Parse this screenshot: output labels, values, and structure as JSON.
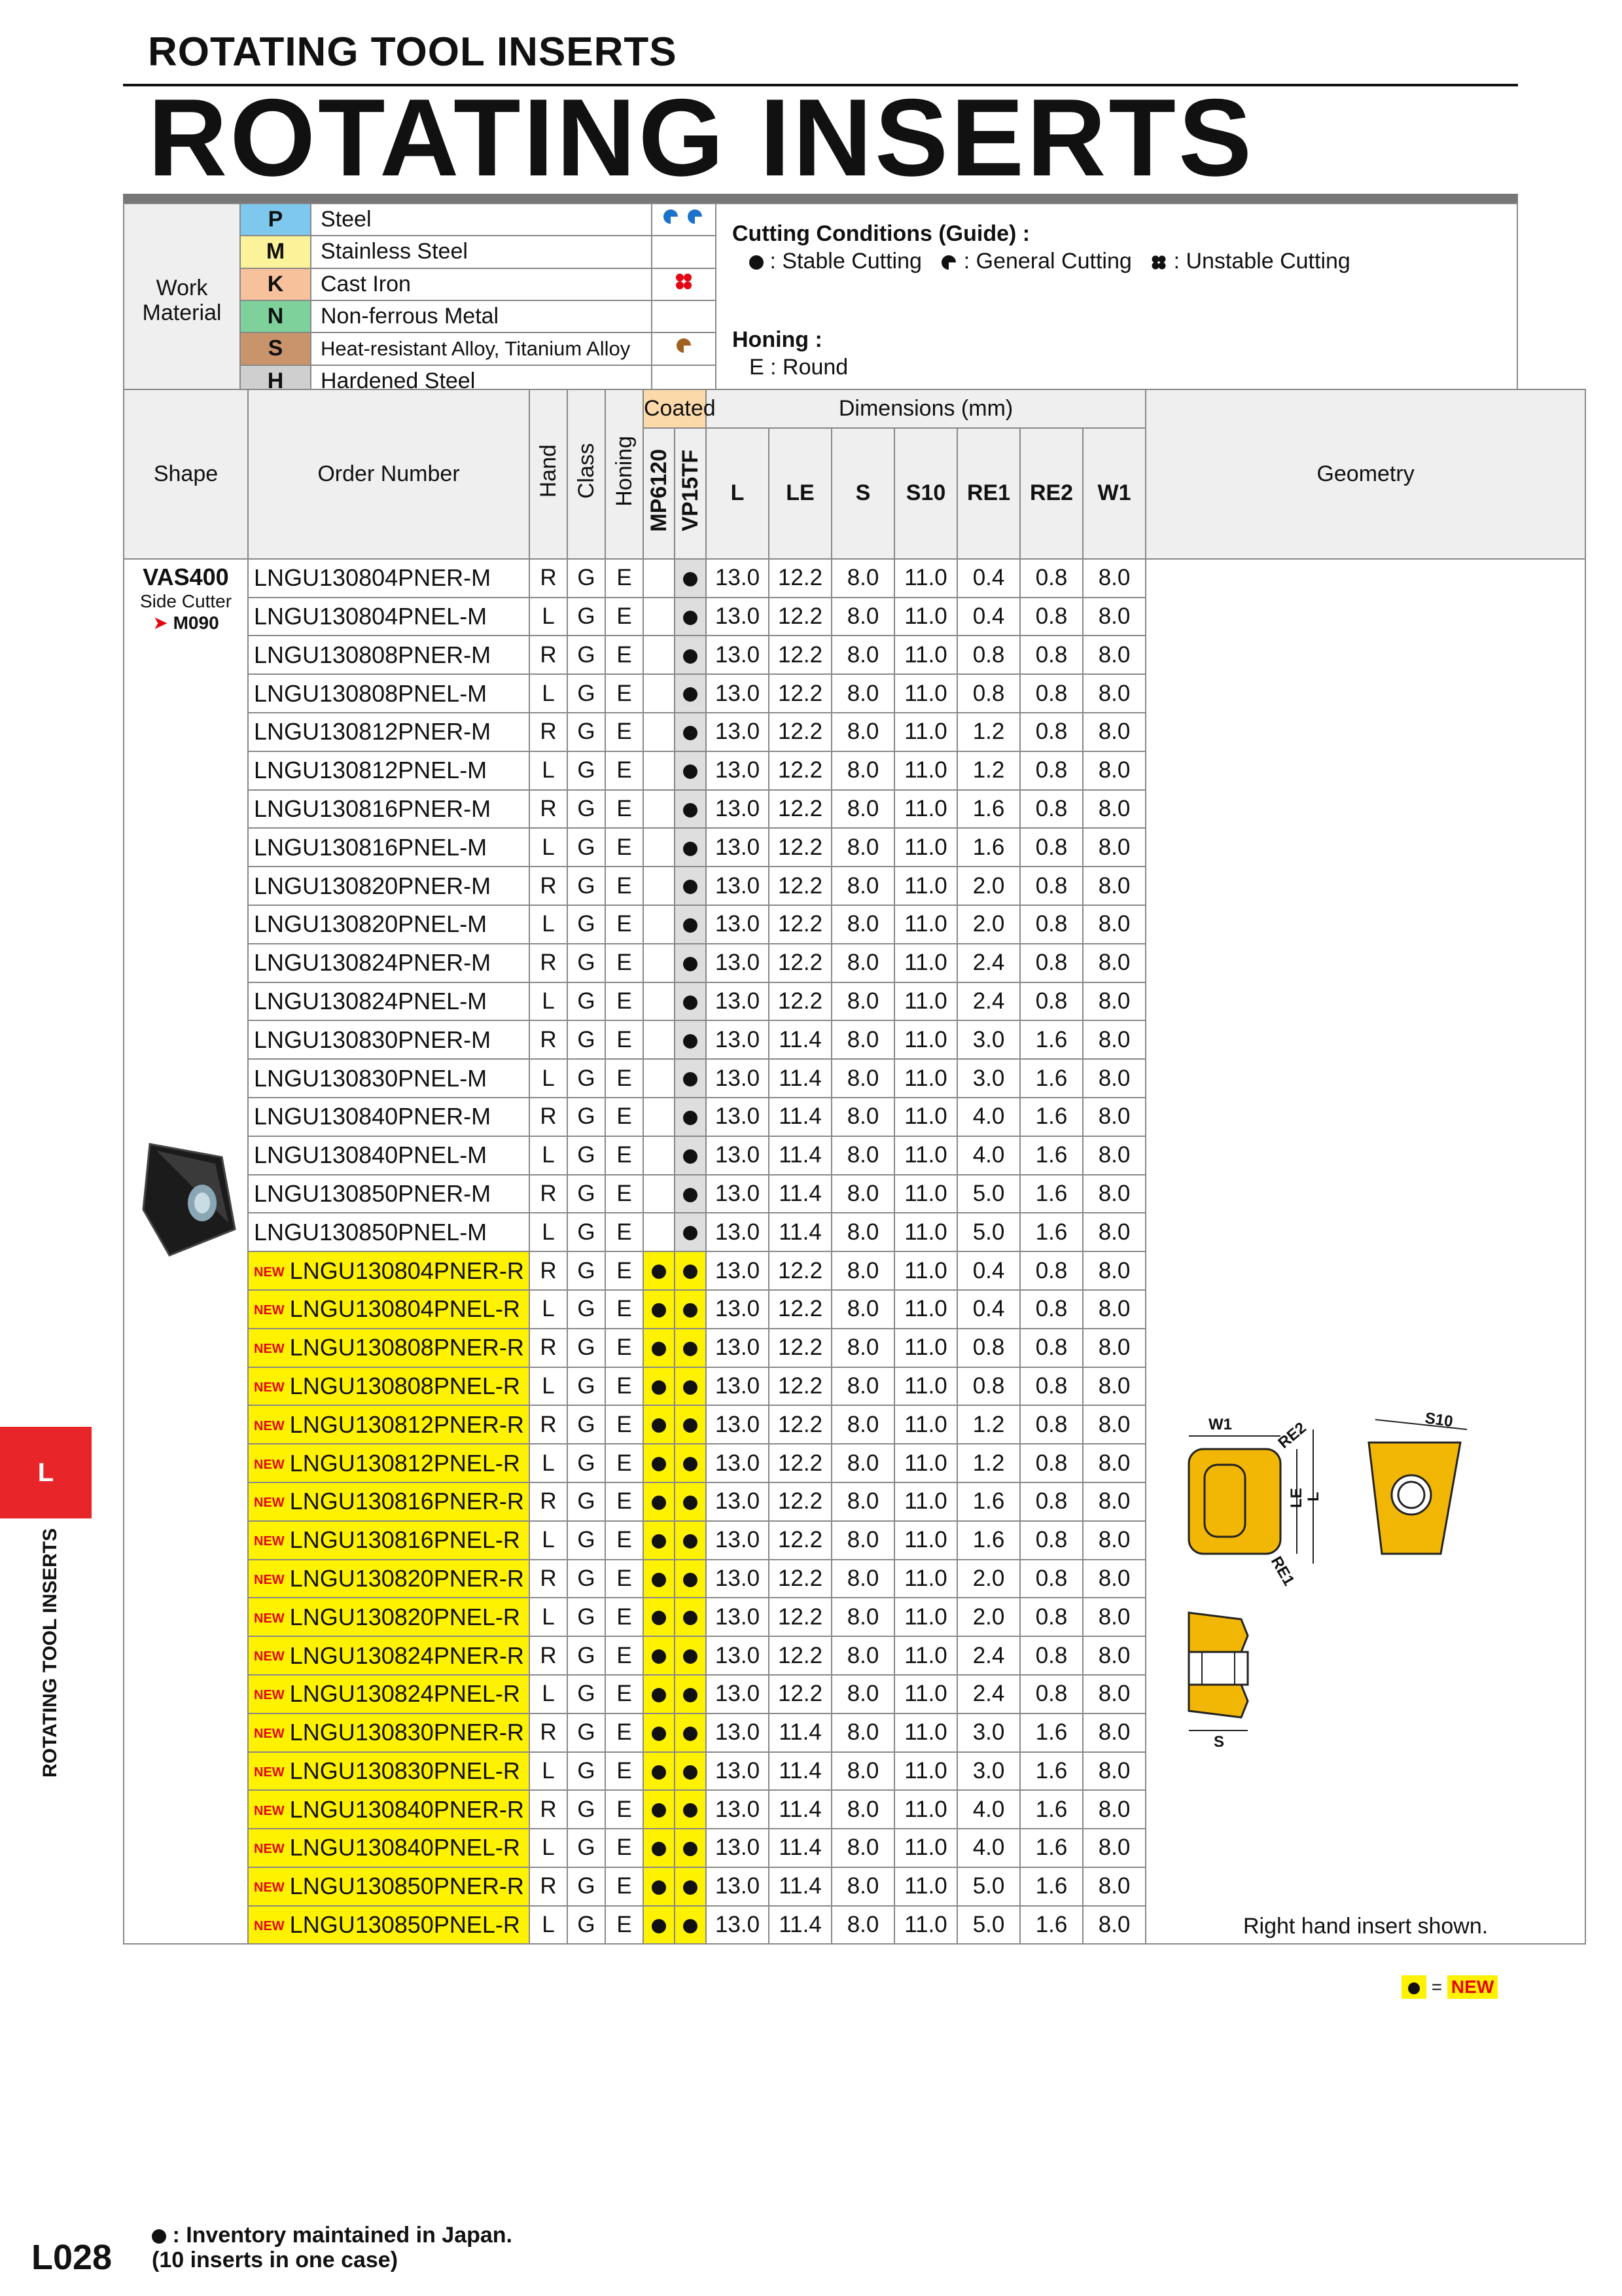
{
  "header": {
    "subtitle": "ROTATING TOOL INSERTS",
    "title": "ROTATING INSERTS"
  },
  "work_material": {
    "label": "Work\nMaterial",
    "rows": [
      {
        "code": "P",
        "name": "Steel",
        "color": "#7ec8ee"
      },
      {
        "code": "M",
        "name": "Stainless Steel",
        "color": "#fbf29a"
      },
      {
        "code": "K",
        "name": "Cast Iron",
        "color": "#f7c19c"
      },
      {
        "code": "N",
        "name": "Non-ferrous Metal",
        "color": "#7ed19a"
      },
      {
        "code": "S",
        "name": "Heat-resistant Alloy, Titanium Alloy",
        "color": "#c9946c"
      },
      {
        "code": "H",
        "name": "Hardened Steel",
        "color": "#cfcfcf"
      }
    ]
  },
  "cutting_conditions": {
    "title": "Cutting Conditions (Guide) :",
    "stable": ": Stable Cutting",
    "general": ": General Cutting",
    "unstable": ": Unstable Cutting"
  },
  "honing": {
    "title": "Honing :",
    "value": "E : Round"
  },
  "table_headers": {
    "shape": "Shape",
    "order_number": "Order Number",
    "hand": "Hand",
    "class": "Class",
    "honing": "Honing",
    "coated": "Coated",
    "grade1": "MP6120",
    "grade2": "VP15TF",
    "dimensions": "Dimensions (mm)",
    "L": "L",
    "LE": "LE",
    "S": "S",
    "S10": "S10",
    "RE1": "RE1",
    "RE2": "RE2",
    "W1": "W1",
    "geometry": "Geometry"
  },
  "shape": {
    "name": "VAS400",
    "type": "Side Cutter",
    "ref": "M090"
  },
  "new_badge": "NEW",
  "rows": [
    {
      "order": "LNGU130804PNER-M",
      "hand": "R",
      "cls": "G",
      "hon": "E",
      "g1": false,
      "g2": true,
      "new": false,
      "L": "13.0",
      "LE": "12.2",
      "S": "8.0",
      "S10": "11.0",
      "RE1": "0.4",
      "RE2": "0.8",
      "W1": "8.0"
    },
    {
      "order": "LNGU130804PNEL-M",
      "hand": "L",
      "cls": "G",
      "hon": "E",
      "g1": false,
      "g2": true,
      "new": false,
      "L": "13.0",
      "LE": "12.2",
      "S": "8.0",
      "S10": "11.0",
      "RE1": "0.4",
      "RE2": "0.8",
      "W1": "8.0"
    },
    {
      "order": "LNGU130808PNER-M",
      "hand": "R",
      "cls": "G",
      "hon": "E",
      "g1": false,
      "g2": true,
      "new": false,
      "L": "13.0",
      "LE": "12.2",
      "S": "8.0",
      "S10": "11.0",
      "RE1": "0.8",
      "RE2": "0.8",
      "W1": "8.0"
    },
    {
      "order": "LNGU130808PNEL-M",
      "hand": "L",
      "cls": "G",
      "hon": "E",
      "g1": false,
      "g2": true,
      "new": false,
      "L": "13.0",
      "LE": "12.2",
      "S": "8.0",
      "S10": "11.0",
      "RE1": "0.8",
      "RE2": "0.8",
      "W1": "8.0"
    },
    {
      "order": "LNGU130812PNER-M",
      "hand": "R",
      "cls": "G",
      "hon": "E",
      "g1": false,
      "g2": true,
      "new": false,
      "L": "13.0",
      "LE": "12.2",
      "S": "8.0",
      "S10": "11.0",
      "RE1": "1.2",
      "RE2": "0.8",
      "W1": "8.0"
    },
    {
      "order": "LNGU130812PNEL-M",
      "hand": "L",
      "cls": "G",
      "hon": "E",
      "g1": false,
      "g2": true,
      "new": false,
      "L": "13.0",
      "LE": "12.2",
      "S": "8.0",
      "S10": "11.0",
      "RE1": "1.2",
      "RE2": "0.8",
      "W1": "8.0"
    },
    {
      "order": "LNGU130816PNER-M",
      "hand": "R",
      "cls": "G",
      "hon": "E",
      "g1": false,
      "g2": true,
      "new": false,
      "L": "13.0",
      "LE": "12.2",
      "S": "8.0",
      "S10": "11.0",
      "RE1": "1.6",
      "RE2": "0.8",
      "W1": "8.0"
    },
    {
      "order": "LNGU130816PNEL-M",
      "hand": "L",
      "cls": "G",
      "hon": "E",
      "g1": false,
      "g2": true,
      "new": false,
      "L": "13.0",
      "LE": "12.2",
      "S": "8.0",
      "S10": "11.0",
      "RE1": "1.6",
      "RE2": "0.8",
      "W1": "8.0"
    },
    {
      "order": "LNGU130820PNER-M",
      "hand": "R",
      "cls": "G",
      "hon": "E",
      "g1": false,
      "g2": true,
      "new": false,
      "L": "13.0",
      "LE": "12.2",
      "S": "8.0",
      "S10": "11.0",
      "RE1": "2.0",
      "RE2": "0.8",
      "W1": "8.0"
    },
    {
      "order": "LNGU130820PNEL-M",
      "hand": "L",
      "cls": "G",
      "hon": "E",
      "g1": false,
      "g2": true,
      "new": false,
      "L": "13.0",
      "LE": "12.2",
      "S": "8.0",
      "S10": "11.0",
      "RE1": "2.0",
      "RE2": "0.8",
      "W1": "8.0"
    },
    {
      "order": "LNGU130824PNER-M",
      "hand": "R",
      "cls": "G",
      "hon": "E",
      "g1": false,
      "g2": true,
      "new": false,
      "L": "13.0",
      "LE": "12.2",
      "S": "8.0",
      "S10": "11.0",
      "RE1": "2.4",
      "RE2": "0.8",
      "W1": "8.0"
    },
    {
      "order": "LNGU130824PNEL-M",
      "hand": "L",
      "cls": "G",
      "hon": "E",
      "g1": false,
      "g2": true,
      "new": false,
      "L": "13.0",
      "LE": "12.2",
      "S": "8.0",
      "S10": "11.0",
      "RE1": "2.4",
      "RE2": "0.8",
      "W1": "8.0"
    },
    {
      "order": "LNGU130830PNER-M",
      "hand": "R",
      "cls": "G",
      "hon": "E",
      "g1": false,
      "g2": true,
      "new": false,
      "L": "13.0",
      "LE": "11.4",
      "S": "8.0",
      "S10": "11.0",
      "RE1": "3.0",
      "RE2": "1.6",
      "W1": "8.0"
    },
    {
      "order": "LNGU130830PNEL-M",
      "hand": "L",
      "cls": "G",
      "hon": "E",
      "g1": false,
      "g2": true,
      "new": false,
      "L": "13.0",
      "LE": "11.4",
      "S": "8.0",
      "S10": "11.0",
      "RE1": "3.0",
      "RE2": "1.6",
      "W1": "8.0"
    },
    {
      "order": "LNGU130840PNER-M",
      "hand": "R",
      "cls": "G",
      "hon": "E",
      "g1": false,
      "g2": true,
      "new": false,
      "L": "13.0",
      "LE": "11.4",
      "S": "8.0",
      "S10": "11.0",
      "RE1": "4.0",
      "RE2": "1.6",
      "W1": "8.0"
    },
    {
      "order": "LNGU130840PNEL-M",
      "hand": "L",
      "cls": "G",
      "hon": "E",
      "g1": false,
      "g2": true,
      "new": false,
      "L": "13.0",
      "LE": "11.4",
      "S": "8.0",
      "S10": "11.0",
      "RE1": "4.0",
      "RE2": "1.6",
      "W1": "8.0"
    },
    {
      "order": "LNGU130850PNER-M",
      "hand": "R",
      "cls": "G",
      "hon": "E",
      "g1": false,
      "g2": true,
      "new": false,
      "L": "13.0",
      "LE": "11.4",
      "S": "8.0",
      "S10": "11.0",
      "RE1": "5.0",
      "RE2": "1.6",
      "W1": "8.0"
    },
    {
      "order": "LNGU130850PNEL-M",
      "hand": "L",
      "cls": "G",
      "hon": "E",
      "g1": false,
      "g2": true,
      "new": false,
      "L": "13.0",
      "LE": "11.4",
      "S": "8.0",
      "S10": "11.0",
      "RE1": "5.0",
      "RE2": "1.6",
      "W1": "8.0"
    },
    {
      "order": "LNGU130804PNER-R",
      "hand": "R",
      "cls": "G",
      "hon": "E",
      "g1": true,
      "g2": true,
      "new": true,
      "L": "13.0",
      "LE": "12.2",
      "S": "8.0",
      "S10": "11.0",
      "RE1": "0.4",
      "RE2": "0.8",
      "W1": "8.0"
    },
    {
      "order": "LNGU130804PNEL-R",
      "hand": "L",
      "cls": "G",
      "hon": "E",
      "g1": true,
      "g2": true,
      "new": true,
      "L": "13.0",
      "LE": "12.2",
      "S": "8.0",
      "S10": "11.0",
      "RE1": "0.4",
      "RE2": "0.8",
      "W1": "8.0"
    },
    {
      "order": "LNGU130808PNER-R",
      "hand": "R",
      "cls": "G",
      "hon": "E",
      "g1": true,
      "g2": true,
      "new": true,
      "L": "13.0",
      "LE": "12.2",
      "S": "8.0",
      "S10": "11.0",
      "RE1": "0.8",
      "RE2": "0.8",
      "W1": "8.0"
    },
    {
      "order": "LNGU130808PNEL-R",
      "hand": "L",
      "cls": "G",
      "hon": "E",
      "g1": true,
      "g2": true,
      "new": true,
      "L": "13.0",
      "LE": "12.2",
      "S": "8.0",
      "S10": "11.0",
      "RE1": "0.8",
      "RE2": "0.8",
      "W1": "8.0"
    },
    {
      "order": "LNGU130812PNER-R",
      "hand": "R",
      "cls": "G",
      "hon": "E",
      "g1": true,
      "g2": true,
      "new": true,
      "L": "13.0",
      "LE": "12.2",
      "S": "8.0",
      "S10": "11.0",
      "RE1": "1.2",
      "RE2": "0.8",
      "W1": "8.0"
    },
    {
      "order": "LNGU130812PNEL-R",
      "hand": "L",
      "cls": "G",
      "hon": "E",
      "g1": true,
      "g2": true,
      "new": true,
      "L": "13.0",
      "LE": "12.2",
      "S": "8.0",
      "S10": "11.0",
      "RE1": "1.2",
      "RE2": "0.8",
      "W1": "8.0"
    },
    {
      "order": "LNGU130816PNER-R",
      "hand": "R",
      "cls": "G",
      "hon": "E",
      "g1": true,
      "g2": true,
      "new": true,
      "L": "13.0",
      "LE": "12.2",
      "S": "8.0",
      "S10": "11.0",
      "RE1": "1.6",
      "RE2": "0.8",
      "W1": "8.0"
    },
    {
      "order": "LNGU130816PNEL-R",
      "hand": "L",
      "cls": "G",
      "hon": "E",
      "g1": true,
      "g2": true,
      "new": true,
      "L": "13.0",
      "LE": "12.2",
      "S": "8.0",
      "S10": "11.0",
      "RE1": "1.6",
      "RE2": "0.8",
      "W1": "8.0"
    },
    {
      "order": "LNGU130820PNER-R",
      "hand": "R",
      "cls": "G",
      "hon": "E",
      "g1": true,
      "g2": true,
      "new": true,
      "L": "13.0",
      "LE": "12.2",
      "S": "8.0",
      "S10": "11.0",
      "RE1": "2.0",
      "RE2": "0.8",
      "W1": "8.0"
    },
    {
      "order": "LNGU130820PNEL-R",
      "hand": "L",
      "cls": "G",
      "hon": "E",
      "g1": true,
      "g2": true,
      "new": true,
      "L": "13.0",
      "LE": "12.2",
      "S": "8.0",
      "S10": "11.0",
      "RE1": "2.0",
      "RE2": "0.8",
      "W1": "8.0"
    },
    {
      "order": "LNGU130824PNER-R",
      "hand": "R",
      "cls": "G",
      "hon": "E",
      "g1": true,
      "g2": true,
      "new": true,
      "L": "13.0",
      "LE": "12.2",
      "S": "8.0",
      "S10": "11.0",
      "RE1": "2.4",
      "RE2": "0.8",
      "W1": "8.0"
    },
    {
      "order": "LNGU130824PNEL-R",
      "hand": "L",
      "cls": "G",
      "hon": "E",
      "g1": true,
      "g2": true,
      "new": true,
      "L": "13.0",
      "LE": "12.2",
      "S": "8.0",
      "S10": "11.0",
      "RE1": "2.4",
      "RE2": "0.8",
      "W1": "8.0"
    },
    {
      "order": "LNGU130830PNER-R",
      "hand": "R",
      "cls": "G",
      "hon": "E",
      "g1": true,
      "g2": true,
      "new": true,
      "L": "13.0",
      "LE": "11.4",
      "S": "8.0",
      "S10": "11.0",
      "RE1": "3.0",
      "RE2": "1.6",
      "W1": "8.0"
    },
    {
      "order": "LNGU130830PNEL-R",
      "hand": "L",
      "cls": "G",
      "hon": "E",
      "g1": true,
      "g2": true,
      "new": true,
      "L": "13.0",
      "LE": "11.4",
      "S": "8.0",
      "S10": "11.0",
      "RE1": "3.0",
      "RE2": "1.6",
      "W1": "8.0"
    },
    {
      "order": "LNGU130840PNER-R",
      "hand": "R",
      "cls": "G",
      "hon": "E",
      "g1": true,
      "g2": true,
      "new": true,
      "L": "13.0",
      "LE": "11.4",
      "S": "8.0",
      "S10": "11.0",
      "RE1": "4.0",
      "RE2": "1.6",
      "W1": "8.0"
    },
    {
      "order": "LNGU130840PNEL-R",
      "hand": "L",
      "cls": "G",
      "hon": "E",
      "g1": true,
      "g2": true,
      "new": true,
      "L": "13.0",
      "LE": "11.4",
      "S": "8.0",
      "S10": "11.0",
      "RE1": "4.0",
      "RE2": "1.6",
      "W1": "8.0"
    },
    {
      "order": "LNGU130850PNER-R",
      "hand": "R",
      "cls": "G",
      "hon": "E",
      "g1": true,
      "g2": true,
      "new": true,
      "L": "13.0",
      "LE": "11.4",
      "S": "8.0",
      "S10": "11.0",
      "RE1": "5.0",
      "RE2": "1.6",
      "W1": "8.0"
    },
    {
      "order": "LNGU130850PNEL-R",
      "hand": "L",
      "cls": "G",
      "hon": "E",
      "g1": true,
      "g2": true,
      "new": true,
      "L": "13.0",
      "LE": "11.4",
      "S": "8.0",
      "S10": "11.0",
      "RE1": "5.0",
      "RE2": "1.6",
      "W1": "8.0"
    }
  ],
  "geometry": {
    "labels": {
      "W1": "W1",
      "RE2": "RE2",
      "S10": "S10",
      "LE": "LE",
      "L": "L",
      "RE1": "RE1",
      "S": "S"
    },
    "note": "Right hand insert shown.",
    "insert_color": "#f2b705"
  },
  "legend": {
    "eq": "=",
    "new": "NEW"
  },
  "side_tab": {
    "letter": "L",
    "label": "ROTATING TOOL INSERTS"
  },
  "footnote": {
    "line1": ": Inventory maintained in Japan.",
    "line2": "(10 inserts in one case)"
  },
  "page_number": "L028"
}
